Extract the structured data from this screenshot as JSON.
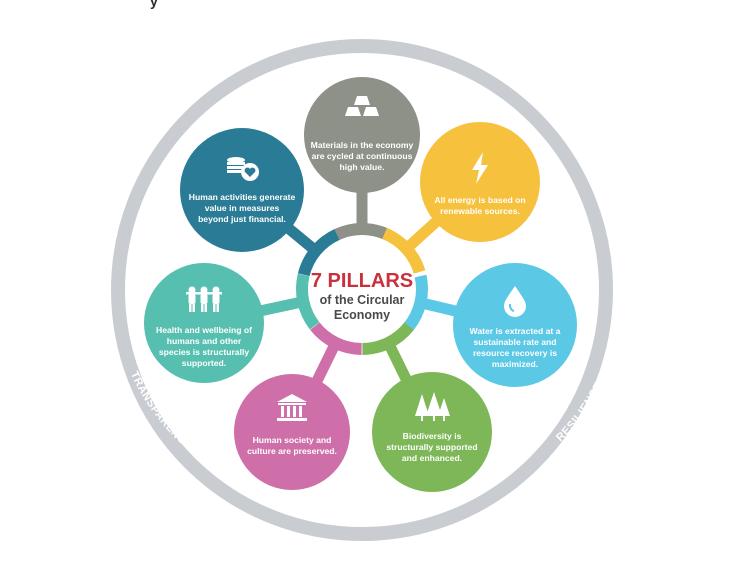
{
  "ring": {
    "top_label": "EQUITY",
    "left_label": "TRANSPARENCY",
    "right_label": "RESILIENCE",
    "color": "#c9cdd1"
  },
  "center": {
    "title": "7 PILLARS",
    "subtitle_line1": "of the Circular",
    "subtitle_line2": "Economy",
    "title_color": "#c8323c"
  },
  "pillars": [
    {
      "id": "materials",
      "color": "#8e9188",
      "icon": "gold-bars-icon",
      "lines": [
        "Materials in the economy",
        "are cycled at continuous",
        "high value."
      ]
    },
    {
      "id": "energy",
      "color": "#f6c13d",
      "icon": "lightning-icon",
      "lines": [
        "All energy is based on",
        "renewable sources."
      ]
    },
    {
      "id": "water",
      "color": "#5bc8e6",
      "icon": "water-drop-icon",
      "lines": [
        "Water is extracted at a",
        "sustainable rate and",
        "resource recovery is",
        "maximized."
      ]
    },
    {
      "id": "biodiversity",
      "color": "#7db757",
      "icon": "trees-icon",
      "lines": [
        "Biodiversity is",
        "structurally supported",
        "and enhanced."
      ]
    },
    {
      "id": "culture",
      "color": "#cf6fa9",
      "icon": "museum-icon",
      "lines": [
        "Human society and",
        "culture are preserved."
      ]
    },
    {
      "id": "health",
      "color": "#56bfb0",
      "icon": "people-icon",
      "lines": [
        "Health and wellbeing of",
        "humans and other",
        "species is structurally",
        "supported."
      ]
    },
    {
      "id": "value",
      "color": "#2a7c96",
      "icon": "coins-heart-icon",
      "lines": [
        "Human activities generate",
        "value in measures",
        "beyond just financial."
      ]
    }
  ]
}
